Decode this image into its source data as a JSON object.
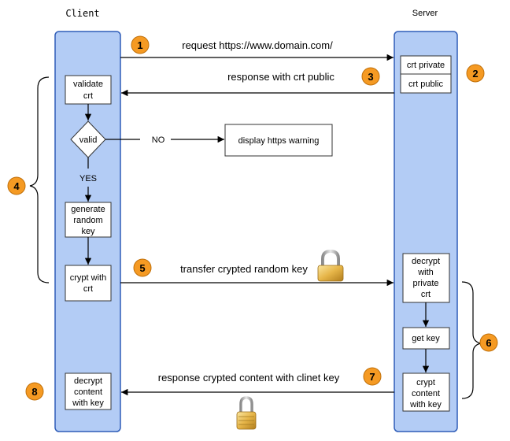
{
  "headers": {
    "client": "Client",
    "server": "Server"
  },
  "client_boxes": {
    "validate": [
      "validate",
      "crt"
    ],
    "valid": "valid",
    "generate": [
      "generate",
      "random",
      "key"
    ],
    "crypt": [
      "crypt with",
      "crt"
    ],
    "decrypt": [
      "decrypt",
      "content",
      "with key"
    ]
  },
  "server_boxes": {
    "crt_private": "crt private",
    "crt_public": "crt public",
    "decrypt": [
      "decrypt",
      "with",
      "private",
      "crt"
    ],
    "get_key": "get key",
    "crypt": [
      "crypt",
      "content",
      "with key"
    ]
  },
  "warning_box": "display https warning",
  "labels": {
    "yes": "YES",
    "no": "NO"
  },
  "messages": {
    "m1": "request https://www.domain.com/",
    "m3": "response with crt public",
    "m5": "transfer crypted random key",
    "m7": "response crypted content with clinet key"
  },
  "badges": [
    "1",
    "2",
    "3",
    "4",
    "5",
    "6",
    "7",
    "8"
  ],
  "icons": {
    "lock_closed": "lock-icon",
    "lock_open": "lock-icon"
  },
  "colors": {
    "lane_fill": "#b3ccf5",
    "lane_border": "#2f5db8",
    "badge": "#f59a23"
  }
}
